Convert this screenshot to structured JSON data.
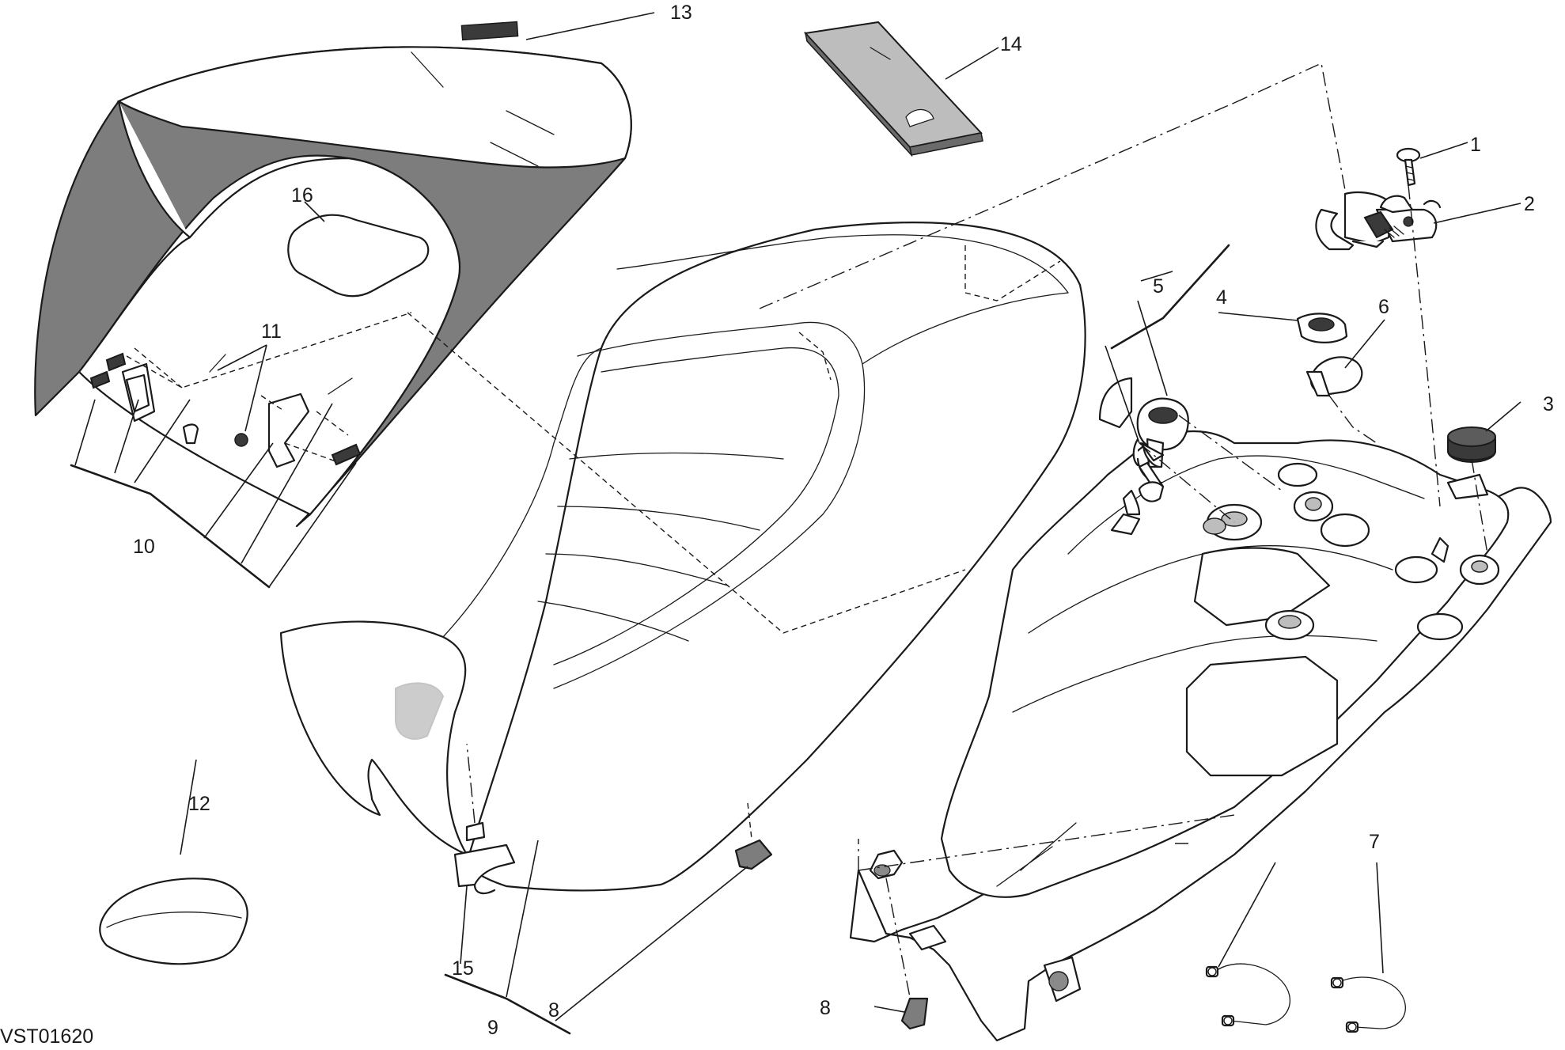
{
  "drawing_code": "VST01620",
  "callouts": {
    "c1": "1",
    "c2": "2",
    "c3": "3",
    "c4": "4",
    "c5": "5",
    "c6": "6",
    "c7": "7",
    "c8a": "8",
    "c8b": "8",
    "c9": "9",
    "c10": "10",
    "c11": "11",
    "c12": "12",
    "c13": "13",
    "c14": "14",
    "c15": "15",
    "c16": "16"
  }
}
